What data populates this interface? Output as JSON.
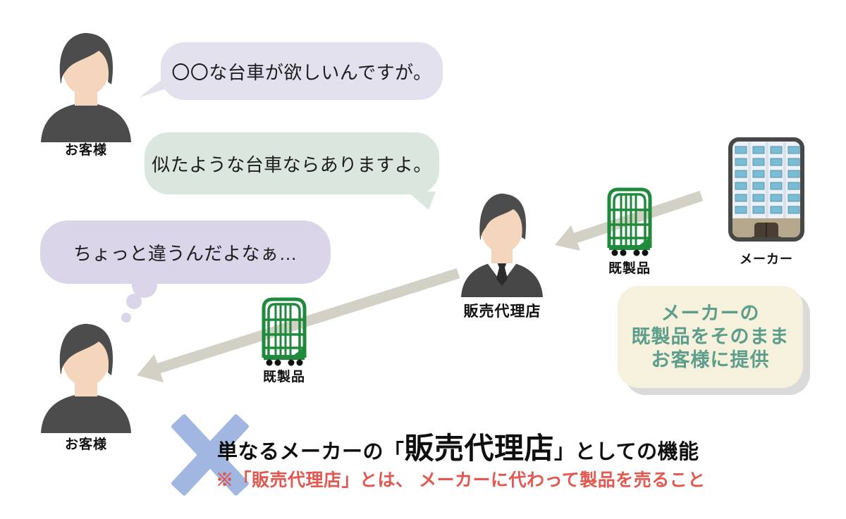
{
  "diagram_title": "dealer-vs-maker product flow illustration",
  "actors": {
    "customer_top": {
      "label": "お客様"
    },
    "customer_bottom": {
      "label": "お客様"
    },
    "agent": {
      "label": "販売代理店"
    },
    "maker": {
      "label": "メーカー"
    }
  },
  "bubbles": {
    "request": {
      "speaker": "customer",
      "text": "〇〇な台車が欲しいんですが。",
      "color": "#E4E1EF"
    },
    "reply": {
      "speaker": "agent",
      "text": "似たような台車ならありますよ。",
      "color": "#DBE6DF"
    },
    "thought": {
      "speaker": "customer",
      "text": "ちょっと違うんだよなぁ…",
      "color": "#DAD5E9"
    }
  },
  "products": {
    "from_maker": {
      "label": "既製品"
    },
    "to_customer": {
      "label": "既製品"
    }
  },
  "note_box": {
    "lines": [
      "メーカーの",
      "既製品をそのまま",
      "お客様に提供"
    ],
    "background": "#F6F1DC",
    "text_color": "#5C9D8B"
  },
  "conclusion": {
    "prefix": "単なるメーカーの「",
    "emphasis": "販売代理店",
    "suffix": "」としての機能",
    "footnote": "※「販売代理店」とは、 メーカーに代わって製品を売ること",
    "x_mark_color": "#A1B6E0",
    "footnote_color": "#E2574F"
  },
  "colors": {
    "arrow": "#D3D0C5",
    "cart_green": "#1F8A3C",
    "skin": "#F3D6BC",
    "figure_dark": "#4C4C4C",
    "building_window": "#79BCD4",
    "building_base": "#B5A78C"
  }
}
